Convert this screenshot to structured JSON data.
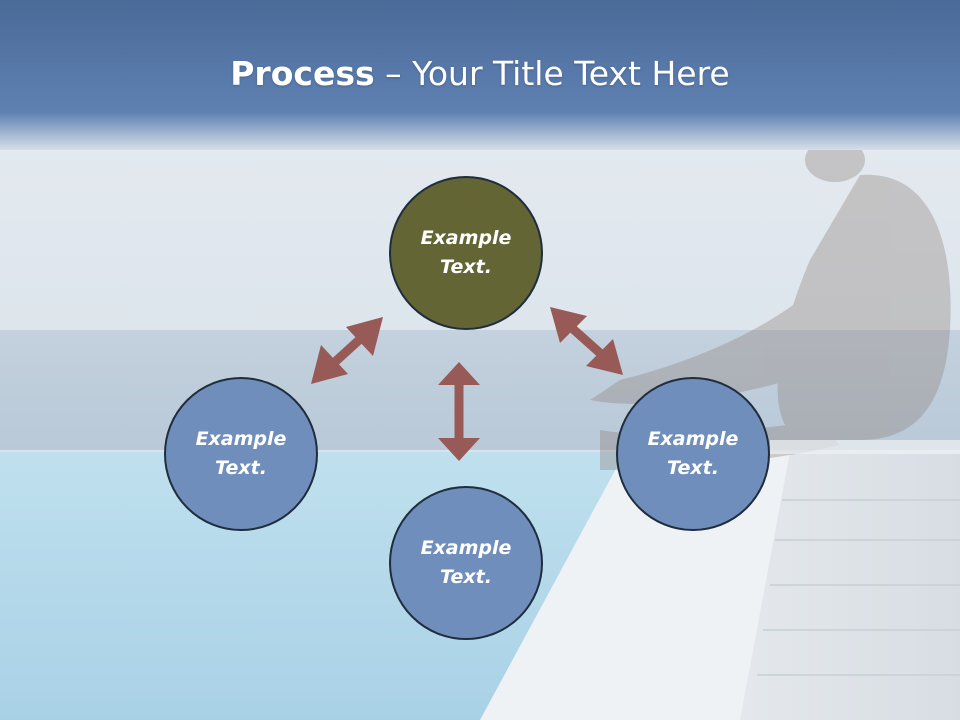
{
  "slide": {
    "title_bold": "Process",
    "title_dash": " – ",
    "title_rest": "Your Title Text Here"
  },
  "nodes": [
    {
      "id": "top",
      "line1": "Example",
      "line2": "Text.",
      "color": "#636535"
    },
    {
      "id": "left",
      "line1": "Example",
      "line2": "Text.",
      "color": "#6f8ebb"
    },
    {
      "id": "bottom",
      "line1": "Example",
      "line2": "Text.",
      "color": "#6f8ebb"
    },
    {
      "id": "right",
      "line1": "Example",
      "line2": "Text.",
      "color": "#6f8ebb"
    }
  ],
  "colors": {
    "header": "#5777a5",
    "arrow": "#985a56",
    "node_border": "#1f2d3d"
  }
}
